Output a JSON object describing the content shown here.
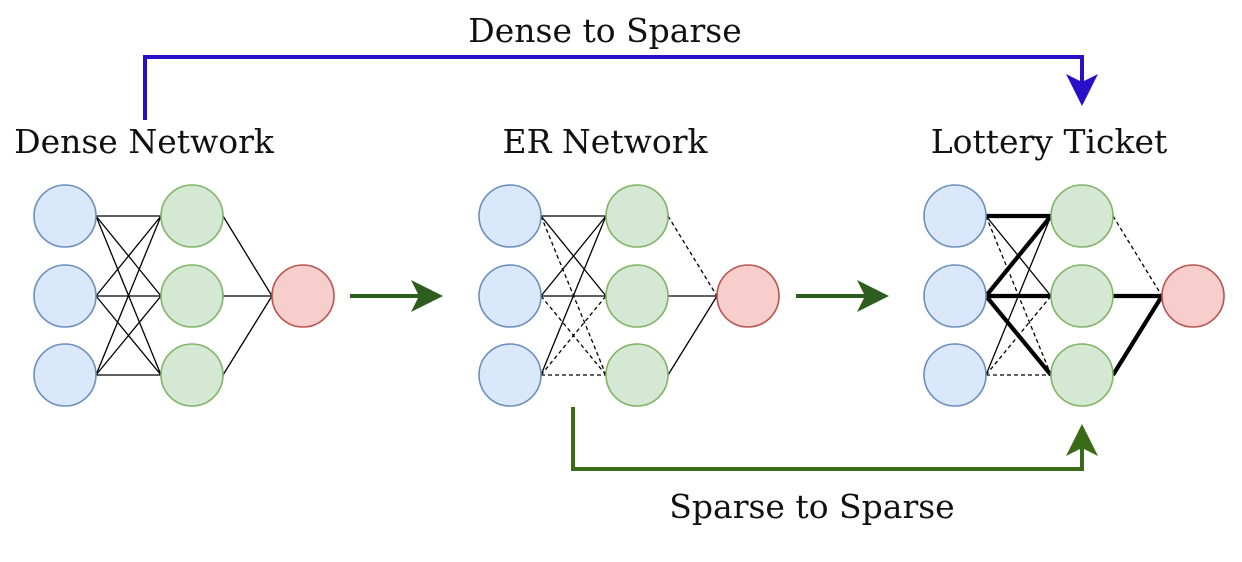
{
  "labels": {
    "top_arrow": "Dense to Sparse",
    "bottom_arrow": "Sparse to Sparse",
    "dense": "Dense Network",
    "er": "ER Network",
    "lottery": "Lottery Ticket"
  },
  "colors": {
    "input_fill": "#dae8fc",
    "input_stroke": "#6c8ebf",
    "hidden_fill": "#d5e8d4",
    "hidden_stroke": "#82b366",
    "output_fill": "#f8cecc",
    "output_stroke": "#b85450",
    "dense_to_sparse_arrow": "#2a0fc8",
    "sparse_to_sparse_arrow": "#3a6b17",
    "flow_arrow": "#2e5e1e"
  },
  "networks": [
    {
      "id": "dense",
      "label_key": "dense",
      "edges": [
        {
          "from": "i0",
          "to": "h0",
          "style": "solid"
        },
        {
          "from": "i0",
          "to": "h1",
          "style": "solid"
        },
        {
          "from": "i0",
          "to": "h2",
          "style": "solid"
        },
        {
          "from": "i1",
          "to": "h0",
          "style": "solid"
        },
        {
          "from": "i1",
          "to": "h1",
          "style": "solid"
        },
        {
          "from": "i1",
          "to": "h2",
          "style": "solid"
        },
        {
          "from": "i2",
          "to": "h0",
          "style": "solid"
        },
        {
          "from": "i2",
          "to": "h1",
          "style": "solid"
        },
        {
          "from": "i2",
          "to": "h2",
          "style": "solid"
        },
        {
          "from": "h0",
          "to": "o",
          "style": "solid"
        },
        {
          "from": "h1",
          "to": "o",
          "style": "solid"
        },
        {
          "from": "h2",
          "to": "o",
          "style": "solid"
        }
      ]
    },
    {
      "id": "er",
      "label_key": "er",
      "edges": [
        {
          "from": "i0",
          "to": "h0",
          "style": "solid"
        },
        {
          "from": "i0",
          "to": "h1",
          "style": "solid"
        },
        {
          "from": "i0",
          "to": "h2",
          "style": "dashed"
        },
        {
          "from": "i1",
          "to": "h0",
          "style": "solid"
        },
        {
          "from": "i1",
          "to": "h1",
          "style": "solid"
        },
        {
          "from": "i1",
          "to": "h2",
          "style": "dashed"
        },
        {
          "from": "i2",
          "to": "h0",
          "style": "solid"
        },
        {
          "from": "i2",
          "to": "h1",
          "style": "dashed"
        },
        {
          "from": "i2",
          "to": "h2",
          "style": "dashed"
        },
        {
          "from": "h0",
          "to": "o",
          "style": "dashed"
        },
        {
          "from": "h1",
          "to": "o",
          "style": "solid"
        },
        {
          "from": "h2",
          "to": "o",
          "style": "solid"
        }
      ]
    },
    {
      "id": "lottery",
      "label_key": "lottery",
      "edges": [
        {
          "from": "i0",
          "to": "h0",
          "style": "bold"
        },
        {
          "from": "i0",
          "to": "h1",
          "style": "solid"
        },
        {
          "from": "i0",
          "to": "h2",
          "style": "dashed"
        },
        {
          "from": "i1",
          "to": "h0",
          "style": "bold"
        },
        {
          "from": "i1",
          "to": "h1",
          "style": "bold"
        },
        {
          "from": "i1",
          "to": "h2",
          "style": "bold"
        },
        {
          "from": "i2",
          "to": "h0",
          "style": "solid"
        },
        {
          "from": "i2",
          "to": "h1",
          "style": "dashed"
        },
        {
          "from": "i2",
          "to": "h2",
          "style": "dashed"
        },
        {
          "from": "h0",
          "to": "o",
          "style": "dashed"
        },
        {
          "from": "h1",
          "to": "o",
          "style": "bold"
        },
        {
          "from": "h2",
          "to": "o",
          "style": "bold"
        }
      ]
    }
  ]
}
